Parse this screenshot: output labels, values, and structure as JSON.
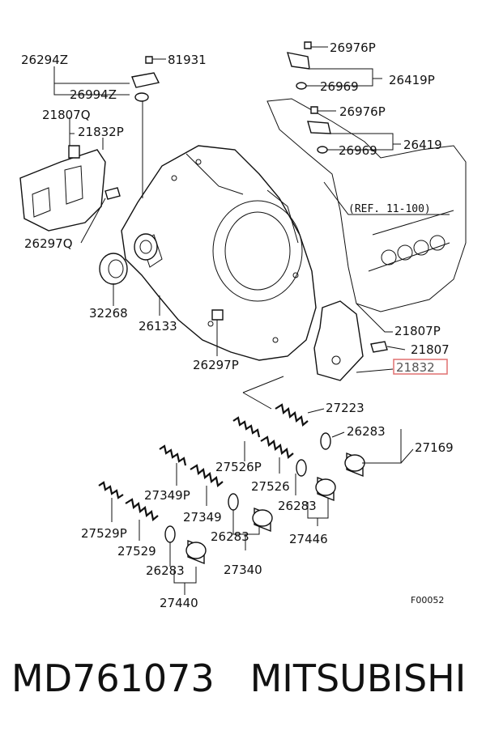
{
  "labels": {
    "l26294Z": "26294Z",
    "l81931": "81931",
    "l26994Z": "26994Z",
    "l21807Q": "21807Q",
    "l21832P": "21832P",
    "l26297Q": "26297Q",
    "l32268": "32268",
    "l26133": "26133",
    "l26297P": "26297P",
    "l26976P_a": "26976P",
    "l26969_a": "26969",
    "l26419P": "26419P",
    "l26976P_b": "26976P",
    "l26969_b": "26969",
    "l26419": "26419",
    "ref": "(REF. 11-100)",
    "l21807P": "21807P",
    "l21807": "21807",
    "l21832": "21832",
    "l27223": "27223",
    "l26283_a": "26283",
    "l27169": "27169",
    "l27526P": "27526P",
    "l27526": "27526",
    "l26283_b": "26283",
    "l27446": "27446",
    "l27349P": "27349P",
    "l27349": "27349",
    "l26283_c": "26283",
    "l27340": "27340",
    "l27529P": "27529P",
    "l27529": "27529",
    "l26283_d": "26283",
    "l27440": "27440",
    "figcode": "F00052"
  },
  "highlight_color": "#e07070",
  "caption": {
    "part_number": "MD761073",
    "brand": "MITSUBISHI"
  }
}
